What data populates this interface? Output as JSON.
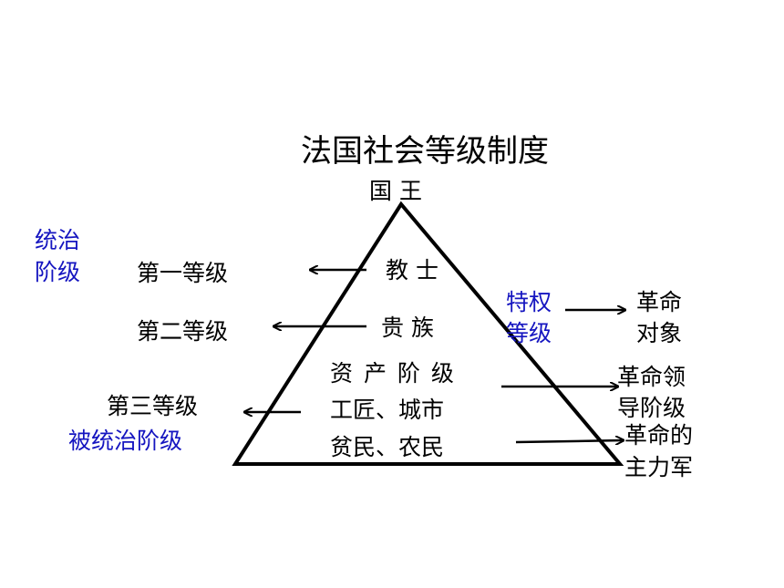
{
  "title": "法国社会等级制度",
  "apex": "国 王",
  "layers": {
    "clergy": "教 士",
    "nobility": "贵 族",
    "bourgeoisie": "资 产 阶 级",
    "artisans": "工匠、城市",
    "commoners": "贫民、农民"
  },
  "estates": {
    "first": "第一等级",
    "second": "第二等级",
    "third": "第三等级"
  },
  "groups": {
    "ruling_line1": "统治",
    "ruling_line2": "阶级",
    "ruled": "被统治阶级",
    "privileged_line1": "特权",
    "privileged_line2": "等级"
  },
  "roles": {
    "target_line1": "革命",
    "target_line2": "对象",
    "leader_line1": "革命领",
    "leader_line2": "导阶级",
    "mainforce_line1": "革命的",
    "mainforce_line2": "主力军"
  },
  "colors": {
    "text": "#000000",
    "accent": "#1515c0"
  }
}
